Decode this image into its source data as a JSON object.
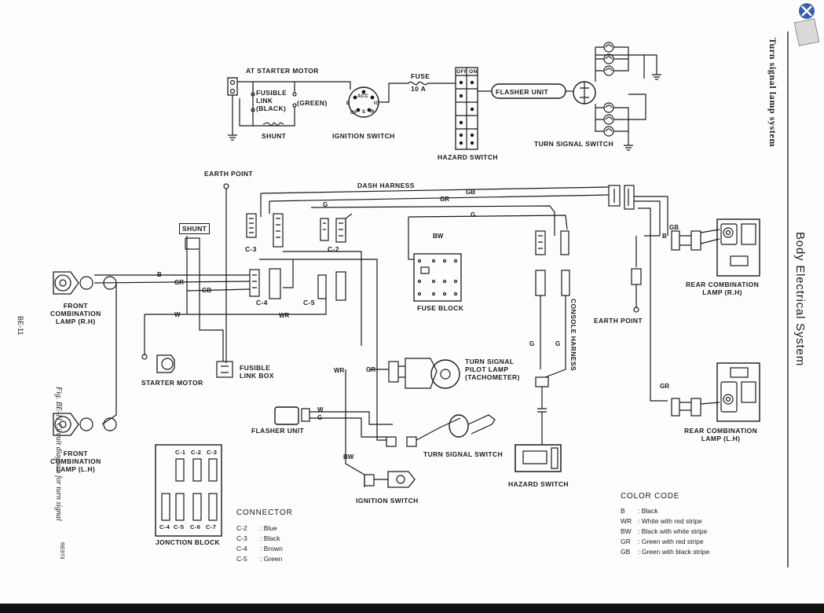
{
  "title": "Turn signal lamp system",
  "section": "Body Electrical System",
  "page_number": "BE-11",
  "figure_caption": "Fig. BE-11 Circuit diagram for turn signal",
  "figure_code": "RE973",
  "labels": {
    "at_starter_motor": "AT STARTER MOTOR",
    "fusible_link": "FUSIBLE\nLINK\n(BLACK)",
    "green": "(GREEN)",
    "shunt_top": "SHUNT",
    "ignition_switch_top": "IGNITION SWITCH",
    "fuse": "FUSE",
    "fuse_rating": "10 A",
    "hazard_off": "OFF",
    "hazard_on": "ON",
    "hazard_switch_top": "HAZARD SWITCH",
    "flasher_unit_top": "FLASHER UNIT",
    "turn_signal_switch_top": "TURN SIGNAL SWITCH",
    "earth_point_top": "EARTH POINT",
    "dash_harness": "DASH HARNESS",
    "shunt_box": "SHUNT",
    "front_lamp_rh": "FRONT\nCOMBINATION\nLAMP (R.H)",
    "front_lamp_lh": "FRONT\nCOMBINATION\nLAMP (L.H)",
    "starter_motor": "STARTER MOTOR",
    "fusible_link_box": "FUSIBLE\nLINK BOX",
    "c3": "C-3",
    "c2": "C-2",
    "c4": "C-4",
    "c5": "C-5",
    "fuse_block": "FUSE BLOCK",
    "console_harness": "CONSOLE HARNESS",
    "pilot_lamp": "TURN SIGNAL\nPILOT LAMP\n(TACHOMETER)",
    "flasher_unit_bottom": "FLASHER UNIT",
    "turn_signal_switch_bottom": "TURN SIGNAL SWITCH",
    "ignition_switch_bottom": "IGNITION SWITCH",
    "hazard_switch_bottom": "HAZARD SWITCH",
    "junction_block": "JONCTION BLOCK",
    "earth_point_right": "EARTH POINT",
    "rear_lamp_rh": "REAR COMBINATION\nLAMP (R.H)",
    "rear_lamp_lh": "REAR COMBINATION\nLAMP (L.H)",
    "jb_c1": "C-1",
    "jb_c2": "C-2",
    "jb_c3": "C-3",
    "jb_c4": "C-4",
    "jb_c5": "C-5",
    "jb_c6": "C-6",
    "jb_c7": "C-7",
    "ign_acc": "ACC",
    "ign_b": "B",
    "ign_ig": "IG",
    "ign_of": "OF",
    "ign_s": "S",
    "ign_r": "R"
  },
  "wire_codes": {
    "gb_top": "GB",
    "gr_top": "GR",
    "g_top": "G",
    "g_mid": "G",
    "bw_fuse": "BW",
    "b_front": "B",
    "gr_front": "GR",
    "gb_front": "GB",
    "w_front": "W",
    "wr_front": "WR",
    "gb_rear": "GB",
    "b_rear": "B",
    "gr_rear": "GR",
    "wr_vert": "WR",
    "gr_pilot": "GR",
    "w_flasher": "W",
    "g_flasher": "G",
    "bw_ign": "BW",
    "g_console1": "G",
    "g_console2": "G"
  },
  "color_code": {
    "title": "COLOR CODE",
    "items": [
      {
        "code": "B",
        "meaning": "Black"
      },
      {
        "code": "WR",
        "meaning": "White with red stripe"
      },
      {
        "code": "BW",
        "meaning": "Black with white stripe"
      },
      {
        "code": "GR",
        "meaning": "Green with red stripe"
      },
      {
        "code": "GB",
        "meaning": "Green with black stripe"
      }
    ]
  },
  "connector": {
    "title": "CONNECTOR",
    "items": [
      {
        "code": "C-2",
        "color": "Blue"
      },
      {
        "code": "C-3",
        "color": "Black"
      },
      {
        "code": "C-4",
        "color": "Brown"
      },
      {
        "code": "C-5",
        "color": "Green"
      }
    ]
  },
  "colors": {
    "ink": "#1a1a1a",
    "paper": "#fdfdfb",
    "logo_blue": "#3a5fa8"
  },
  "icons": [
    "starter-motor-icon",
    "flasher-unit-icon",
    "ignition-switch-icon",
    "lamp-bulb-icon",
    "ground-symbol-icon",
    "fuse-icon",
    "site-logo-icon"
  ]
}
